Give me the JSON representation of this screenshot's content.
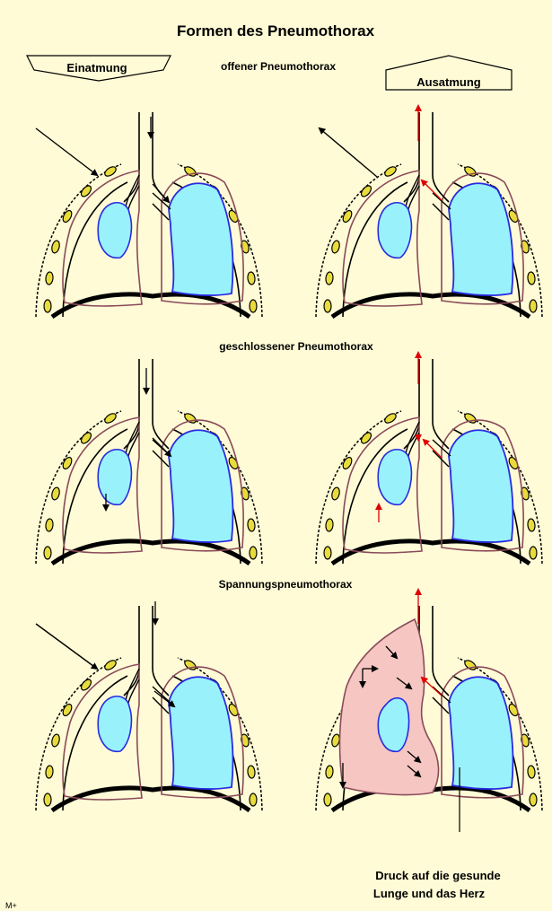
{
  "title": "Formen des Pneumothorax",
  "labels": {
    "inhale": "Einatmung",
    "exhale": "Ausatmung",
    "open": "offener Pneumothorax",
    "closed": "geschlossener Pneumothorax",
    "tension": "Spannungspneumothorax",
    "pressure_line1": "Druck auf die gesunde",
    "pressure_line2": "Lunge und das Herz",
    "corner": "M+"
  },
  "colors": {
    "background": "#fffbd6",
    "lung_fill": "#99f2fb",
    "lung_stroke": "#2a2ae0",
    "pleura": "#8a4a5a",
    "rib": "#e8dc3c",
    "air_pressure": "#f5c6c2",
    "exhale_arrow": "#e00000"
  }
}
